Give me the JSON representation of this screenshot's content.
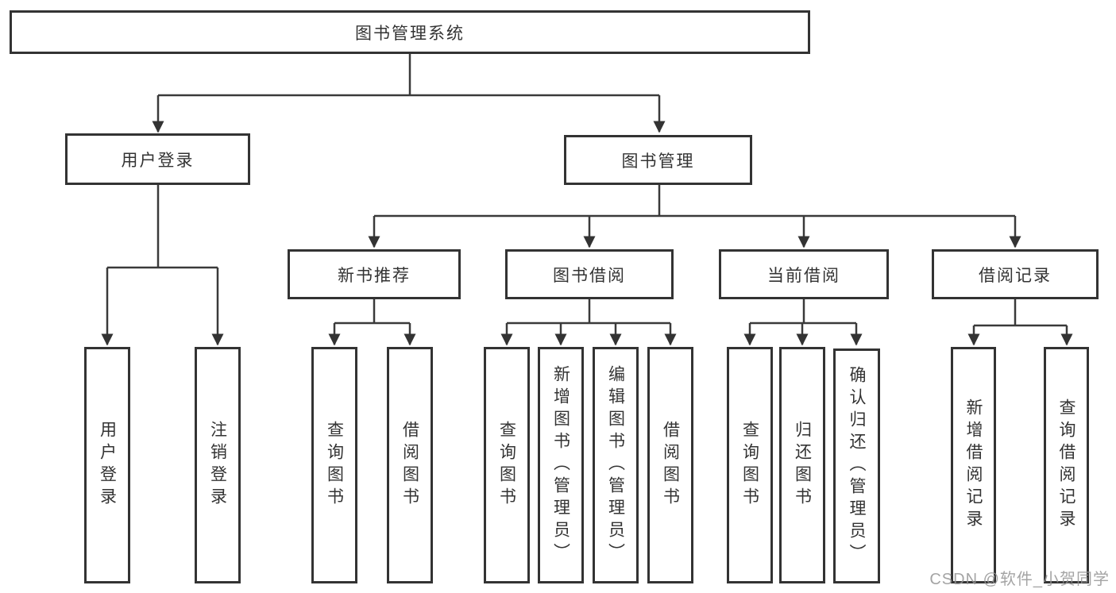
{
  "root": {
    "label": "图书管理系统"
  },
  "level2": {
    "user_login": {
      "label": "用户登录"
    },
    "book_management": {
      "label": "图书管理"
    }
  },
  "level3": {
    "new_book_recommend": {
      "label": "新书推荐"
    },
    "book_borrow": {
      "label": "图书借阅"
    },
    "current_borrow": {
      "label": "当前借阅"
    },
    "borrow_record": {
      "label": "借阅记录"
    }
  },
  "leaves": {
    "user_login": [
      "用户登录",
      "注销登录"
    ],
    "new_book_recommend": [
      "查询图书",
      "借阅图书"
    ],
    "book_borrow": [
      "查询图书",
      "新增图书（管理员）",
      "编辑图书（管理员）",
      "借阅图书"
    ],
    "current_borrow": [
      "查询图书",
      "归还图书",
      "确认归还（管理员）"
    ],
    "borrow_record": [
      "新增借阅记录",
      "查询借阅记录"
    ]
  },
  "watermark": {
    "text": "CSDN @软件_小贺同学"
  },
  "colors": {
    "line": "#3a3a3a",
    "box_border": "#333333",
    "text": "#333333",
    "watermark": "#949494"
  }
}
